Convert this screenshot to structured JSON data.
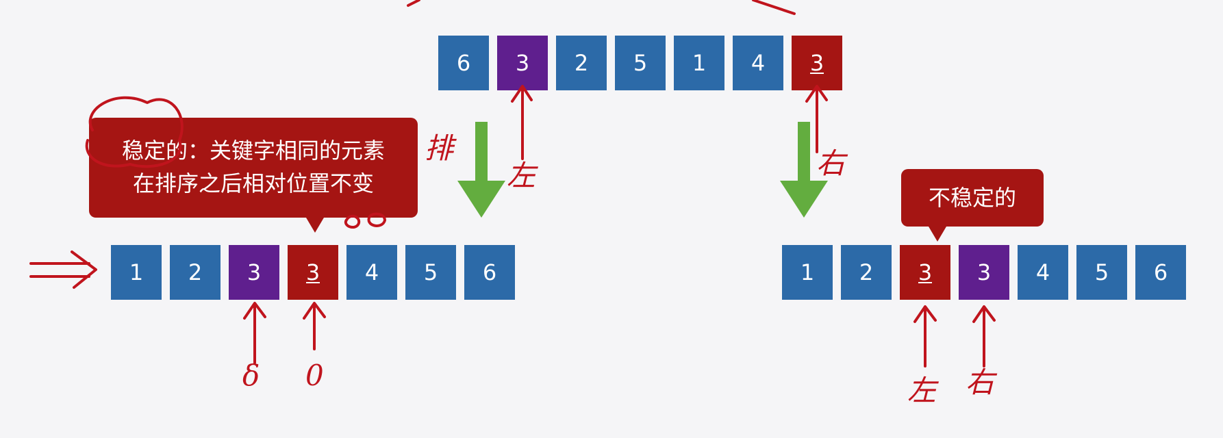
{
  "original_array": {
    "cells": [
      {
        "value": "6",
        "color": "blue",
        "underlined": false
      },
      {
        "value": "3",
        "color": "purple",
        "underlined": false
      },
      {
        "value": "2",
        "color": "blue",
        "underlined": false
      },
      {
        "value": "5",
        "color": "blue",
        "underlined": false
      },
      {
        "value": "1",
        "color": "blue",
        "underlined": false
      },
      {
        "value": "4",
        "color": "blue",
        "underlined": false
      },
      {
        "value": "3",
        "color": "red",
        "underlined": true
      }
    ]
  },
  "stable_result": {
    "callout_line1": "稳定的：关键字相同的元素",
    "callout_line2": "在排序之后相对位置不变",
    "cells": [
      {
        "value": "1",
        "color": "blue",
        "underlined": false
      },
      {
        "value": "2",
        "color": "blue",
        "underlined": false
      },
      {
        "value": "3",
        "color": "purple",
        "underlined": false
      },
      {
        "value": "3",
        "color": "red",
        "underlined": true
      },
      {
        "value": "4",
        "color": "blue",
        "underlined": false
      },
      {
        "value": "5",
        "color": "blue",
        "underlined": false
      },
      {
        "value": "6",
        "color": "blue",
        "underlined": false
      }
    ]
  },
  "unstable_result": {
    "callout": "不稳定的",
    "cells": [
      {
        "value": "1",
        "color": "blue",
        "underlined": false
      },
      {
        "value": "2",
        "color": "blue",
        "underlined": false
      },
      {
        "value": "3",
        "color": "red",
        "underlined": true
      },
      {
        "value": "3",
        "color": "purple",
        "underlined": false
      },
      {
        "value": "4",
        "color": "blue",
        "underlined": false
      },
      {
        "value": "5",
        "color": "blue",
        "underlined": false
      },
      {
        "value": "6",
        "color": "blue",
        "underlined": false
      }
    ]
  },
  "handwriting": {
    "left_label": "左",
    "right_label": "右",
    "sort_label": "排",
    "bottom_mark_1": "δ",
    "bottom_mark_2": "0"
  },
  "colors": {
    "blue": "#2c6aa8",
    "purple": "#5f1f8e",
    "red": "#a51513",
    "green_arrow": "#63ad3f",
    "ink": "#c0141d"
  }
}
